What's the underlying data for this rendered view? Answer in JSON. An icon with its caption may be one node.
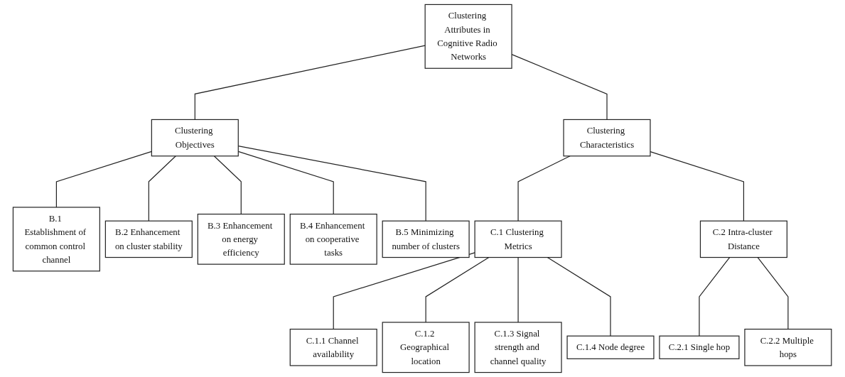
{
  "diagram": {
    "nodes": [
      {
        "text": [
          "Clustering Attributes in Cognitive Radio Networks"
        ]
      },
      {
        "text": [
          "Clustering Objectives"
        ]
      },
      {
        "text": [
          "B.1 Establishment of common control channel"
        ]
      },
      {
        "text": [
          "B.2 Enhancement on cluster stability"
        ]
      },
      {
        "text": [
          "B.3 Enhancement on energy efficiency"
        ]
      },
      {
        "text": [
          "B.4 Enhancement on cooperative tasks"
        ]
      },
      {
        "text": [
          "B.5 Minimizing number of clusters"
        ]
      },
      {
        "text": [
          "Clustering Characteristics"
        ]
      },
      {
        "text": [
          "C.1 Clustering Metrics"
        ]
      },
      {
        "text": [
          "C.1.1 Channel availability"
        ]
      },
      {
        "text": [
          "C.1.2 Geographical location"
        ]
      },
      {
        "text": [
          "C.1.3 Signal strength and channel quality"
        ]
      },
      {
        "text": [
          "C.1.4 Node degree"
        ]
      },
      {
        "text": [
          "C.2 Intra-cluster Distance"
        ]
      },
      {
        "text": [
          "C.2.1 Single hop"
        ]
      },
      {
        "text": [
          "C.2.2 Multiple hops"
        ]
      }
    ],
    "edges": [
      {
        "from": 0,
        "to": 1,
        "arrow": "none"
      },
      {
        "from": 0,
        "to": 7,
        "arrow": "none"
      },
      {
        "from": 1,
        "to": 2,
        "arrow": "none"
      },
      {
        "from": 1,
        "to": 3,
        "arrow": "none"
      },
      {
        "from": 1,
        "to": 4,
        "arrow": "none"
      },
      {
        "from": 1,
        "to": 5,
        "arrow": "none"
      },
      {
        "from": 1,
        "to": 6,
        "arrow": "none"
      },
      {
        "from": 7,
        "to": 8,
        "arrow": "none"
      },
      {
        "from": 7,
        "to": 13,
        "arrow": "none"
      },
      {
        "from": 8,
        "to": 9,
        "arrow": "none"
      },
      {
        "from": 8,
        "to": 10,
        "arrow": "none"
      },
      {
        "from": 8,
        "to": 11,
        "arrow": "none"
      },
      {
        "from": 8,
        "to": 12,
        "arrow": "none"
      },
      {
        "from": 13,
        "to": 14,
        "arrow": "none"
      },
      {
        "from": 13,
        "to": 15,
        "arrow": "none"
      }
    ]
  }
}
